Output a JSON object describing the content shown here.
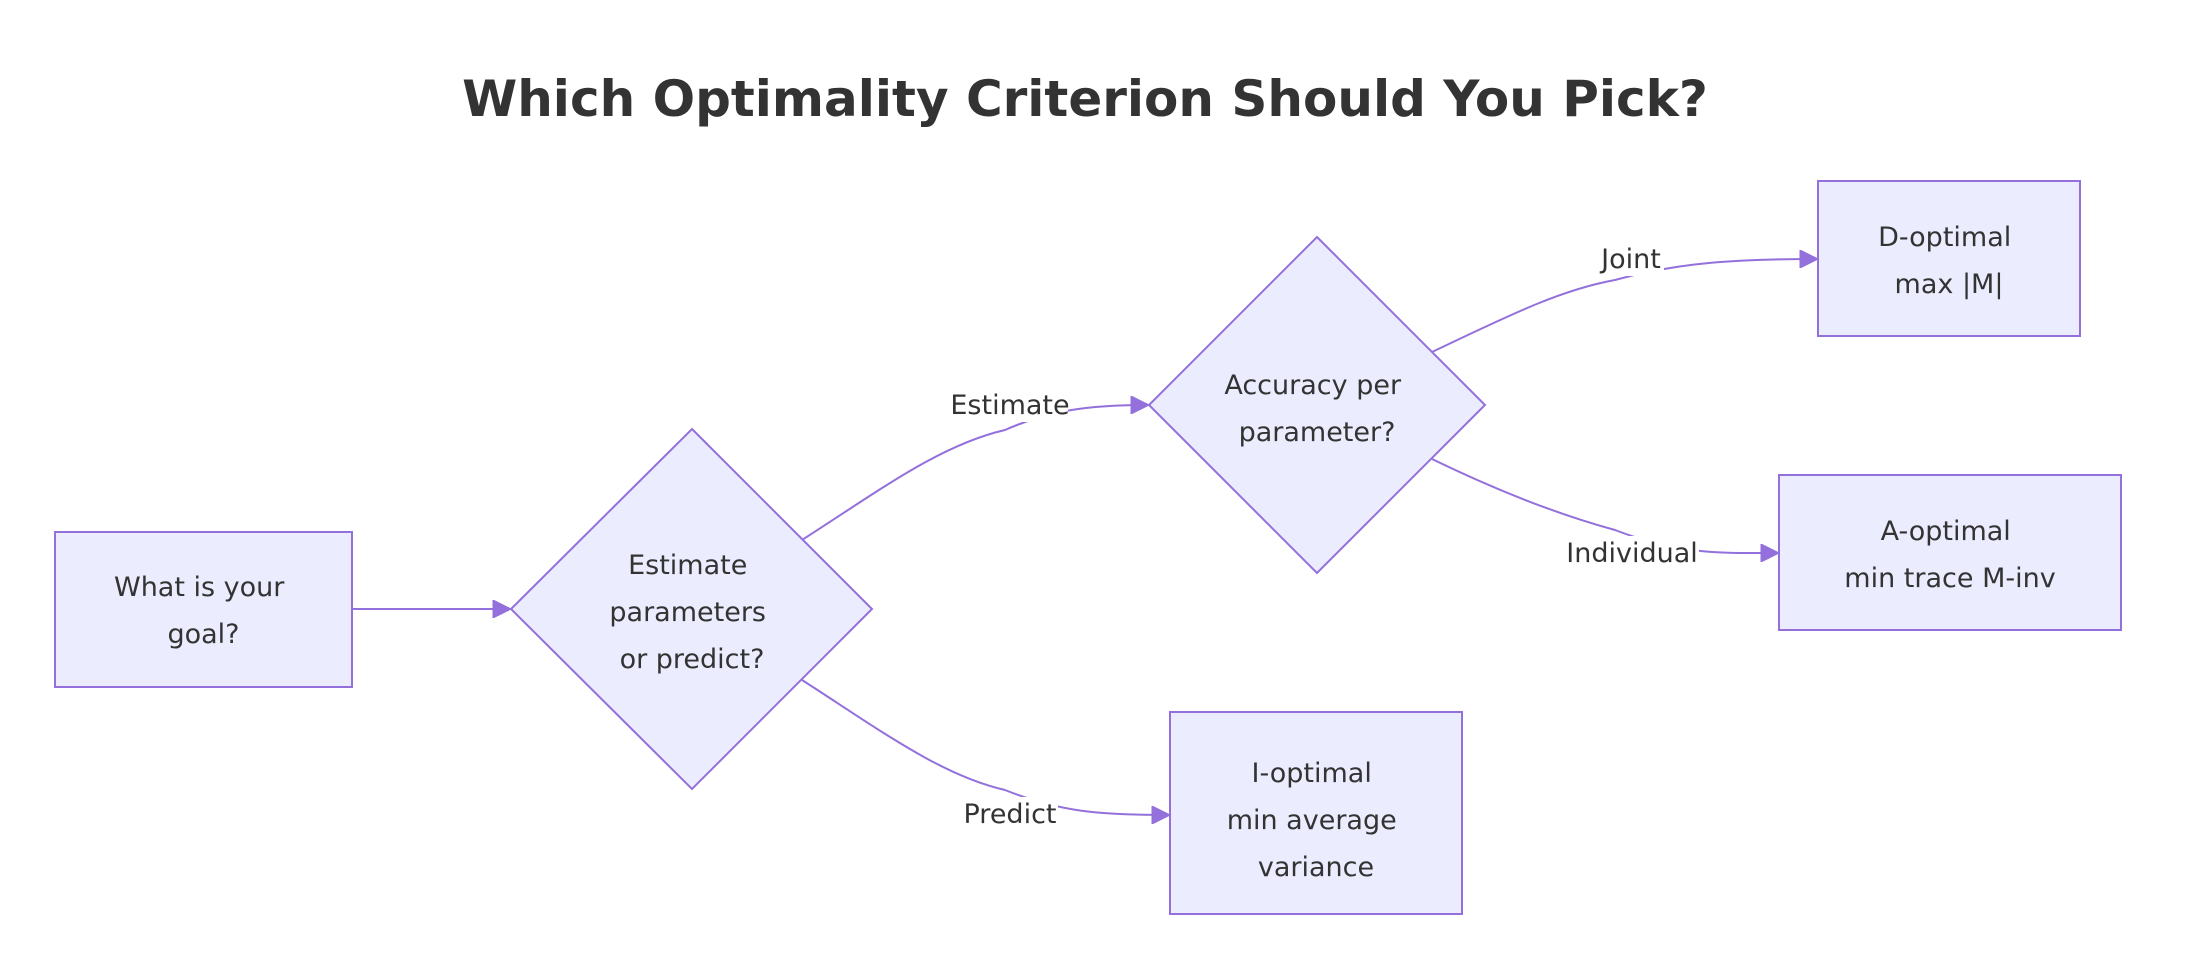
{
  "title": "Which Optimality Criterion Should You Pick?",
  "colors": {
    "node_fill": "#ECECFF",
    "node_border": "#9370DB",
    "edge": "#9370DB",
    "text": "#333333",
    "background": "#FFFFFF"
  },
  "nodes": {
    "goal": {
      "shape": "rect",
      "lines": [
        "What is your",
        "goal?"
      ]
    },
    "estimate_or_predict": {
      "shape": "diamond",
      "lines": [
        "Estimate",
        "parameters",
        "or predict?"
      ]
    },
    "accuracy": {
      "shape": "diamond",
      "lines": [
        "Accuracy per",
        "parameter?"
      ]
    },
    "d_optimal": {
      "shape": "rect",
      "lines": [
        "D-optimal",
        "max |M|"
      ]
    },
    "a_optimal": {
      "shape": "rect",
      "lines": [
        "A-optimal",
        "min trace M-inv"
      ]
    },
    "i_optimal": {
      "shape": "rect",
      "lines": [
        "I-optimal",
        "min average",
        "variance"
      ]
    }
  },
  "edges": [
    {
      "from": "goal",
      "to": "estimate_or_predict",
      "label": ""
    },
    {
      "from": "estimate_or_predict",
      "to": "accuracy",
      "label": "Estimate"
    },
    {
      "from": "estimate_or_predict",
      "to": "i_optimal",
      "label": "Predict"
    },
    {
      "from": "accuracy",
      "to": "d_optimal",
      "label": "Joint"
    },
    {
      "from": "accuracy",
      "to": "a_optimal",
      "label": "Individual"
    }
  ]
}
